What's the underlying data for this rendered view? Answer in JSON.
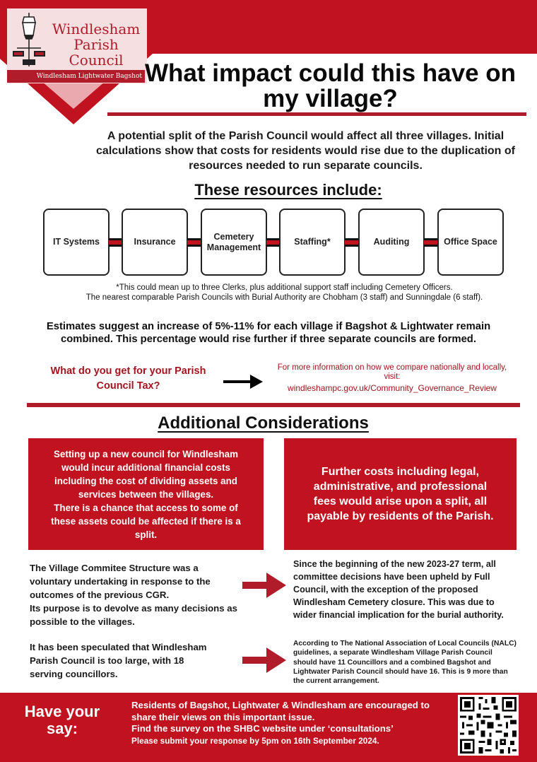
{
  "logo": {
    "name_line1": "Windlesham",
    "name_line2": "Parish Council",
    "villages": "Windlesham  Lightwater  Bagshot"
  },
  "title": "What impact could this have on my village?",
  "intro": "A potential split of the Parish Council would affect all three villages. Initial calculations show that costs for residents would rise due to the duplication of resources needed to run separate councils.",
  "resources": {
    "heading": "These resources include:",
    "items": [
      "IT Systems",
      "Insurance",
      "Cemetery Management",
      "Staffing*",
      "Auditing",
      "Office Space"
    ]
  },
  "footnote": {
    "line1": "*This could mean up to three Clerks, plus additional support staff including Cemetery Officers.",
    "line2": "The nearest comparable Parish Councils with Burial Authority are Chobham (3 staff) and Sunningdale (6 staff)."
  },
  "estimate": "Estimates suggest an increase of 5%-11% for each village if Bagshot & Lightwater remain combined. This percentage would rise further if three separate councils are formed.",
  "tax_question": "What do you get for your Parish Council Tax?",
  "more_info": {
    "text": "For more information on how we compare nationally and locally, visit:",
    "link": "windleshampc.gov.uk/Community_Governance_Review"
  },
  "additional": {
    "heading": "Additional Considerations",
    "left_box": {
      "p1": "Setting up a new council for Windlesham would incur additional financial costs including the cost of dividing assets and services between the villages.",
      "p2": "There is a chance that access to some of these assets could be affected if there is a split."
    },
    "right_box": "Further costs including legal, administrative, and professional fees would arise upon a split, all payable by residents of the Parish.",
    "village_committee": {
      "p1": "The Village Commitee Structure was a voluntary undertaking in response to the outcomes of the previous CGR.",
      "p2": "Its purpose is to devolve as many decisions as possible to the villages."
    },
    "since_term": "Since the beginning of the new 2023-27 term, all committee decisions have been upheld by Full Council, with the exception of the proposed Windlesham Cemetery closure. This was due to wider financial implication for the burial authority.",
    "speculated": "It has been speculated that Windlesham Parish Council is too large, with 18 serving councillors.",
    "nalc": "According to The National Association of Local Councils (NALC) guidelines, a separate Windlesham Village Parish Council should have 11 Councillors and a combined Bagshot and Lightwater Parish Council should have 16. This is 9 more than the current arrangement."
  },
  "footer": {
    "title": "Have your say:",
    "line1": "Residents of Bagshot, Lightwater & Windlesham are encouraged to share their views on this important issue.",
    "line2": "Find the survey on the SHBC website under ‘consultations’",
    "line3": "Please submit your response by 5pm on 16th September 2024."
  },
  "colors": {
    "brand_red": "#c1121f",
    "dark_red_text": "#a3141e",
    "logo_bg": "#f6dfe1"
  },
  "icons": [
    "lamp-post-logo-icon",
    "arrow-right-icon",
    "qr-code-icon"
  ]
}
